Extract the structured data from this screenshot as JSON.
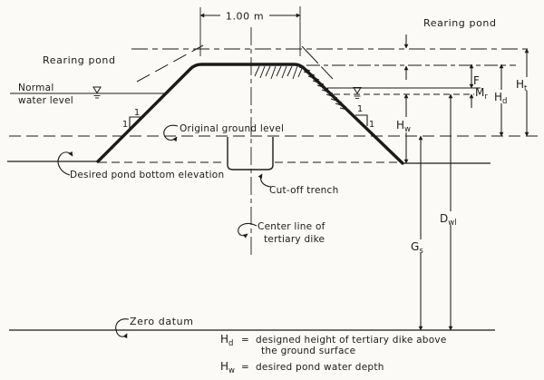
{
  "diagram": {
    "crest_width_label": "1.00 m",
    "rearing_pond_left": "Rearing pond",
    "rearing_pond_right": "Rearing pond",
    "normal_water_line1": "Normal",
    "normal_water_line2": "water level",
    "original_ground_level": "Original ground level",
    "desired_pond_bottom_elevation": "Desired pond bottom elevation",
    "cut_off_trench": "Cut-off trench",
    "center_line_line1": "Center line of",
    "center_line_line2": "tertiary dike",
    "zero_datum": "Zero datum",
    "slope_left_top": "1",
    "slope_left_side": "1",
    "slope_right_top": "1",
    "slope_right_side": "1"
  },
  "dimensions": {
    "f": {
      "main": "F",
      "sub": ""
    },
    "mr": {
      "main": "M",
      "sub": "r"
    },
    "hd": {
      "main": "H",
      "sub": "d"
    },
    "ht": {
      "main": "H",
      "sub": "t"
    },
    "hw": {
      "main": "H",
      "sub": "w"
    },
    "gs": {
      "main": "G",
      "sub": "s"
    },
    "dwl": {
      "main": "D",
      "sub": "wl"
    }
  },
  "legend": {
    "item1": {
      "symbol": "H",
      "symbol_sub": "d",
      "equals": "=",
      "line1": "designed height of tertiary dike above",
      "line2": "the ground surface"
    },
    "item2": {
      "symbol": "H",
      "symbol_sub": "w",
      "equals": "=",
      "line1": "desired pond water depth"
    }
  },
  "colors": {
    "ink": "#1b1b1b",
    "paper": "#fbfaf6"
  }
}
